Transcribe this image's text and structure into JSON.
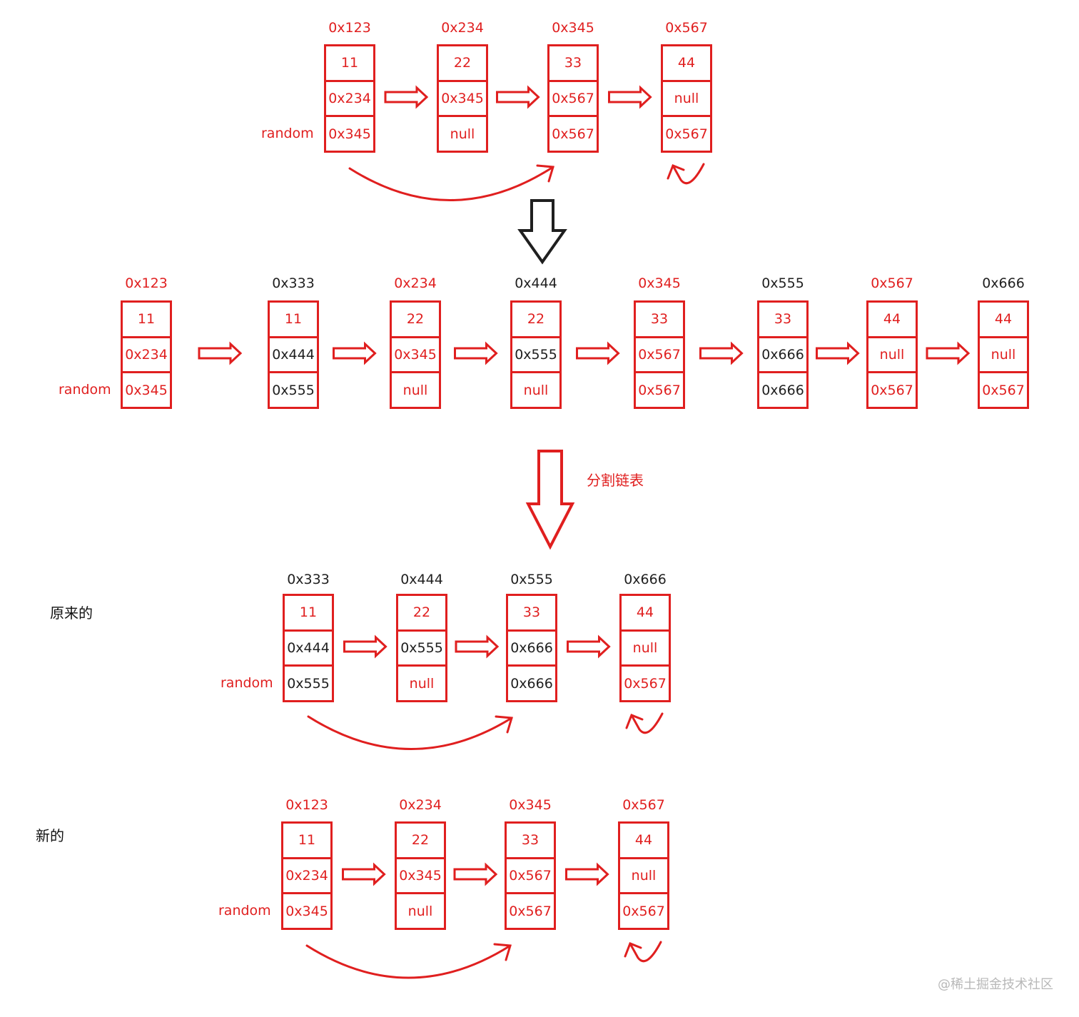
{
  "colors": {
    "red": "#e01f1f",
    "black": "#1f1f1f",
    "watermark": "#b8b8b8"
  },
  "labels": {
    "random": "random",
    "split": "分割链表",
    "original": "原来的",
    "new": "新的",
    "watermark": "@稀土掘金技术社区"
  },
  "rows": [
    {
      "id": "top",
      "nodes": [
        {
          "addr": "0x123",
          "addr_color": "red",
          "cells": [
            {
              "t": "11",
              "c": "red"
            },
            {
              "t": "0x234",
              "c": "red"
            },
            {
              "t": "0x345",
              "c": "red"
            }
          ]
        },
        {
          "addr": "0x234",
          "addr_color": "red",
          "cells": [
            {
              "t": "22",
              "c": "red"
            },
            {
              "t": "0x345",
              "c": "red"
            },
            {
              "t": "null",
              "c": "red"
            }
          ]
        },
        {
          "addr": "0x345",
          "addr_color": "red",
          "cells": [
            {
              "t": "33",
              "c": "red"
            },
            {
              "t": "0x567",
              "c": "red"
            },
            {
              "t": "0x567",
              "c": "red"
            }
          ]
        },
        {
          "addr": "0x567",
          "addr_color": "red",
          "cells": [
            {
              "t": "44",
              "c": "red"
            },
            {
              "t": "null",
              "c": "red"
            },
            {
              "t": "0x567",
              "c": "red"
            }
          ]
        }
      ]
    },
    {
      "id": "interleaved",
      "nodes": [
        {
          "addr": "0x123",
          "addr_color": "red",
          "cells": [
            {
              "t": "11",
              "c": "red"
            },
            {
              "t": "0x234",
              "c": "red"
            },
            {
              "t": "0x345",
              "c": "red"
            }
          ]
        },
        {
          "addr": "0x333",
          "addr_color": "black",
          "cells": [
            {
              "t": "11",
              "c": "red"
            },
            {
              "t": "0x444",
              "c": "black"
            },
            {
              "t": "0x555",
              "c": "black"
            }
          ]
        },
        {
          "addr": "0x234",
          "addr_color": "red",
          "cells": [
            {
              "t": "22",
              "c": "red"
            },
            {
              "t": "0x345",
              "c": "red"
            },
            {
              "t": "null",
              "c": "red"
            }
          ]
        },
        {
          "addr": "0x444",
          "addr_color": "black",
          "cells": [
            {
              "t": "22",
              "c": "red"
            },
            {
              "t": "0x555",
              "c": "black"
            },
            {
              "t": "null",
              "c": "red"
            }
          ]
        },
        {
          "addr": "0x345",
          "addr_color": "red",
          "cells": [
            {
              "t": "33",
              "c": "red"
            },
            {
              "t": "0x567",
              "c": "red"
            },
            {
              "t": "0x567",
              "c": "red"
            }
          ]
        },
        {
          "addr": "0x555",
          "addr_color": "black",
          "cells": [
            {
              "t": "33",
              "c": "red"
            },
            {
              "t": "0x666",
              "c": "black"
            },
            {
              "t": "0x666",
              "c": "black"
            }
          ]
        },
        {
          "addr": "0x567",
          "addr_color": "red",
          "cells": [
            {
              "t": "44",
              "c": "red"
            },
            {
              "t": "null",
              "c": "red"
            },
            {
              "t": "0x567",
              "c": "red"
            }
          ]
        },
        {
          "addr": "0x666",
          "addr_color": "black",
          "cells": [
            {
              "t": "44",
              "c": "red"
            },
            {
              "t": "null",
              "c": "red"
            },
            {
              "t": "0x567",
              "c": "red"
            }
          ]
        }
      ]
    },
    {
      "id": "original",
      "nodes": [
        {
          "addr": "0x333",
          "addr_color": "black",
          "cells": [
            {
              "t": "11",
              "c": "red"
            },
            {
              "t": "0x444",
              "c": "black"
            },
            {
              "t": "0x555",
              "c": "black"
            }
          ]
        },
        {
          "addr": "0x444",
          "addr_color": "black",
          "cells": [
            {
              "t": "22",
              "c": "red"
            },
            {
              "t": "0x555",
              "c": "black"
            },
            {
              "t": "null",
              "c": "red"
            }
          ]
        },
        {
          "addr": "0x555",
          "addr_color": "black",
          "cells": [
            {
              "t": "33",
              "c": "red"
            },
            {
              "t": "0x666",
              "c": "black"
            },
            {
              "t": "0x666",
              "c": "black"
            }
          ]
        },
        {
          "addr": "0x666",
          "addr_color": "black",
          "cells": [
            {
              "t": "44",
              "c": "red"
            },
            {
              "t": "null",
              "c": "red"
            },
            {
              "t": "0x567",
              "c": "red"
            }
          ]
        }
      ]
    },
    {
      "id": "new",
      "nodes": [
        {
          "addr": "0x123",
          "addr_color": "red",
          "cells": [
            {
              "t": "11",
              "c": "red"
            },
            {
              "t": "0x234",
              "c": "red"
            },
            {
              "t": "0x345",
              "c": "red"
            }
          ]
        },
        {
          "addr": "0x234",
          "addr_color": "red",
          "cells": [
            {
              "t": "22",
              "c": "red"
            },
            {
              "t": "0x345",
              "c": "red"
            },
            {
              "t": "null",
              "c": "red"
            }
          ]
        },
        {
          "addr": "0x345",
          "addr_color": "red",
          "cells": [
            {
              "t": "33",
              "c": "red"
            },
            {
              "t": "0x567",
              "c": "red"
            },
            {
              "t": "0x567",
              "c": "red"
            }
          ]
        },
        {
          "addr": "0x567",
          "addr_color": "red",
          "cells": [
            {
              "t": "44",
              "c": "red"
            },
            {
              "t": "null",
              "c": "red"
            },
            {
              "t": "0x567",
              "c": "red"
            }
          ]
        }
      ]
    }
  ]
}
